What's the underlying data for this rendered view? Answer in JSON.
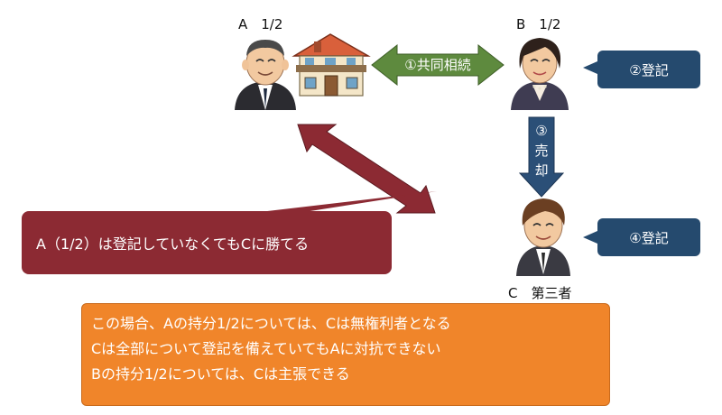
{
  "persons": {
    "a": {
      "label": "A　1/2"
    },
    "b": {
      "label": "B　1/2"
    },
    "c": {
      "label": "C　第三者"
    }
  },
  "arrows": {
    "inheritance": "①共同相続",
    "sale_parts": [
      "③",
      "売",
      "却"
    ]
  },
  "callouts": {
    "b_registration": "②登記",
    "c_registration": "④登記"
  },
  "note": "A（1/2）は登記していなくてもCに勝てる",
  "summary": {
    "lines": [
      "この場合、Aの持分1/2については、Cは無権利者となる",
      "Cは全部について登記を備えていてもAに対抗できない",
      "Bの持分1/2については、Cは主張できる"
    ]
  },
  "colors": {
    "inheritance_arrow": "#5e8a3e",
    "sale_arrow": "#2b4f77",
    "conflict_arrow": "#8c2a33",
    "callout": "#254a6e",
    "summary_box": "#f0852a"
  }
}
